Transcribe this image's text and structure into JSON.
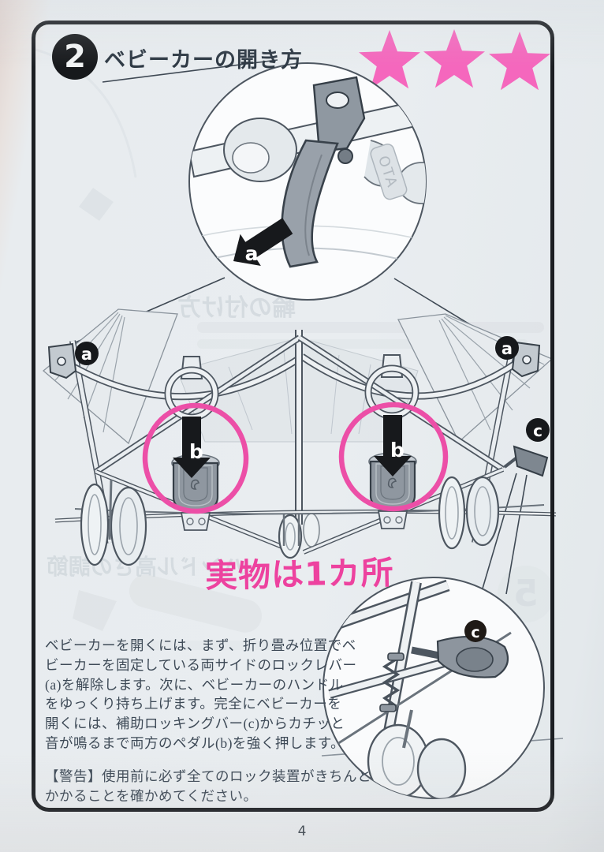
{
  "header": {
    "section_number": "2",
    "title": "ベビーカーの開き方",
    "rating_stars": 3
  },
  "labels": {
    "a": "a",
    "b": "b",
    "c": "c"
  },
  "inset_top": {
    "plate_text": "OTA"
  },
  "annotation": {
    "pink_note": "実物は1カ所"
  },
  "body": {
    "paragraph": "ベビーカーを開くには、まず、折り畳み位置でベ\nビーカーを固定している両サイドのロックレバー\n(a)を解除します。次に、ベビーカーのハンドル\nをゆっくり持ち上げます。完全にベビーカーを\n開くには、補助ロッキングバー(c)からカチッと\n音が鳴るまで両方のペダル(b)を強く押します。",
    "warning": "【警告】使用前に必ず全てのロック装置がきちんと\nかかることを確かめてください。"
  },
  "footer": {
    "page_number": "4"
  },
  "ghost_bleedthrough": {
    "heading_top": "輪の付け方",
    "heading_bottom": "ハンドル高さの調節",
    "page_number": "5"
  },
  "colors": {
    "star_pink": "#f567bd",
    "circle_pink": "#ec4fa7",
    "note_pink": "#ed429f",
    "ink": "#3e4a57",
    "line_art": "#4d5660",
    "border_black": "#1b1e22",
    "paper": "#e9edf0"
  }
}
